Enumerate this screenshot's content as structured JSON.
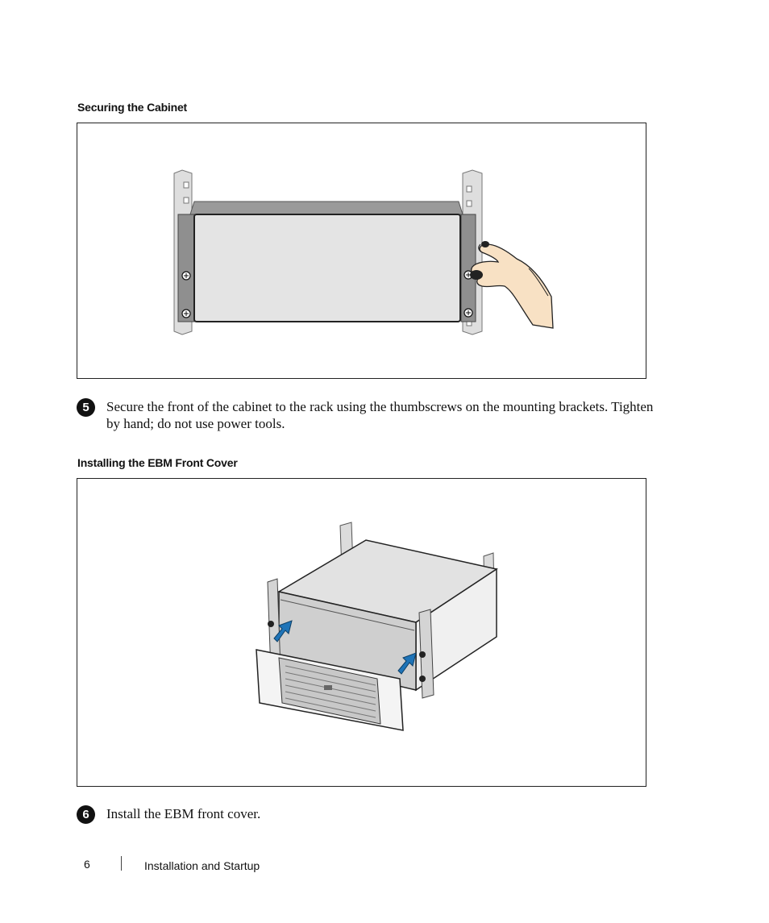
{
  "section1": {
    "heading": "Securing the Cabinet",
    "step_number": "5",
    "step_text": "Secure the front of the cabinet to the rack using the thumbscrews on the mounting brackets. Tighten by hand; do not use power tools."
  },
  "section2": {
    "heading": "Installing the EBM Front Cover",
    "step_number": "6",
    "step_text": "Install the EBM front cover."
  },
  "footer": {
    "page_number": "6",
    "section_name": "Installation and Startup"
  },
  "colors": {
    "arrow_blue": "#1f74b8",
    "panel_gray": "#e4e4e4",
    "skin": "#f8e1c4"
  }
}
